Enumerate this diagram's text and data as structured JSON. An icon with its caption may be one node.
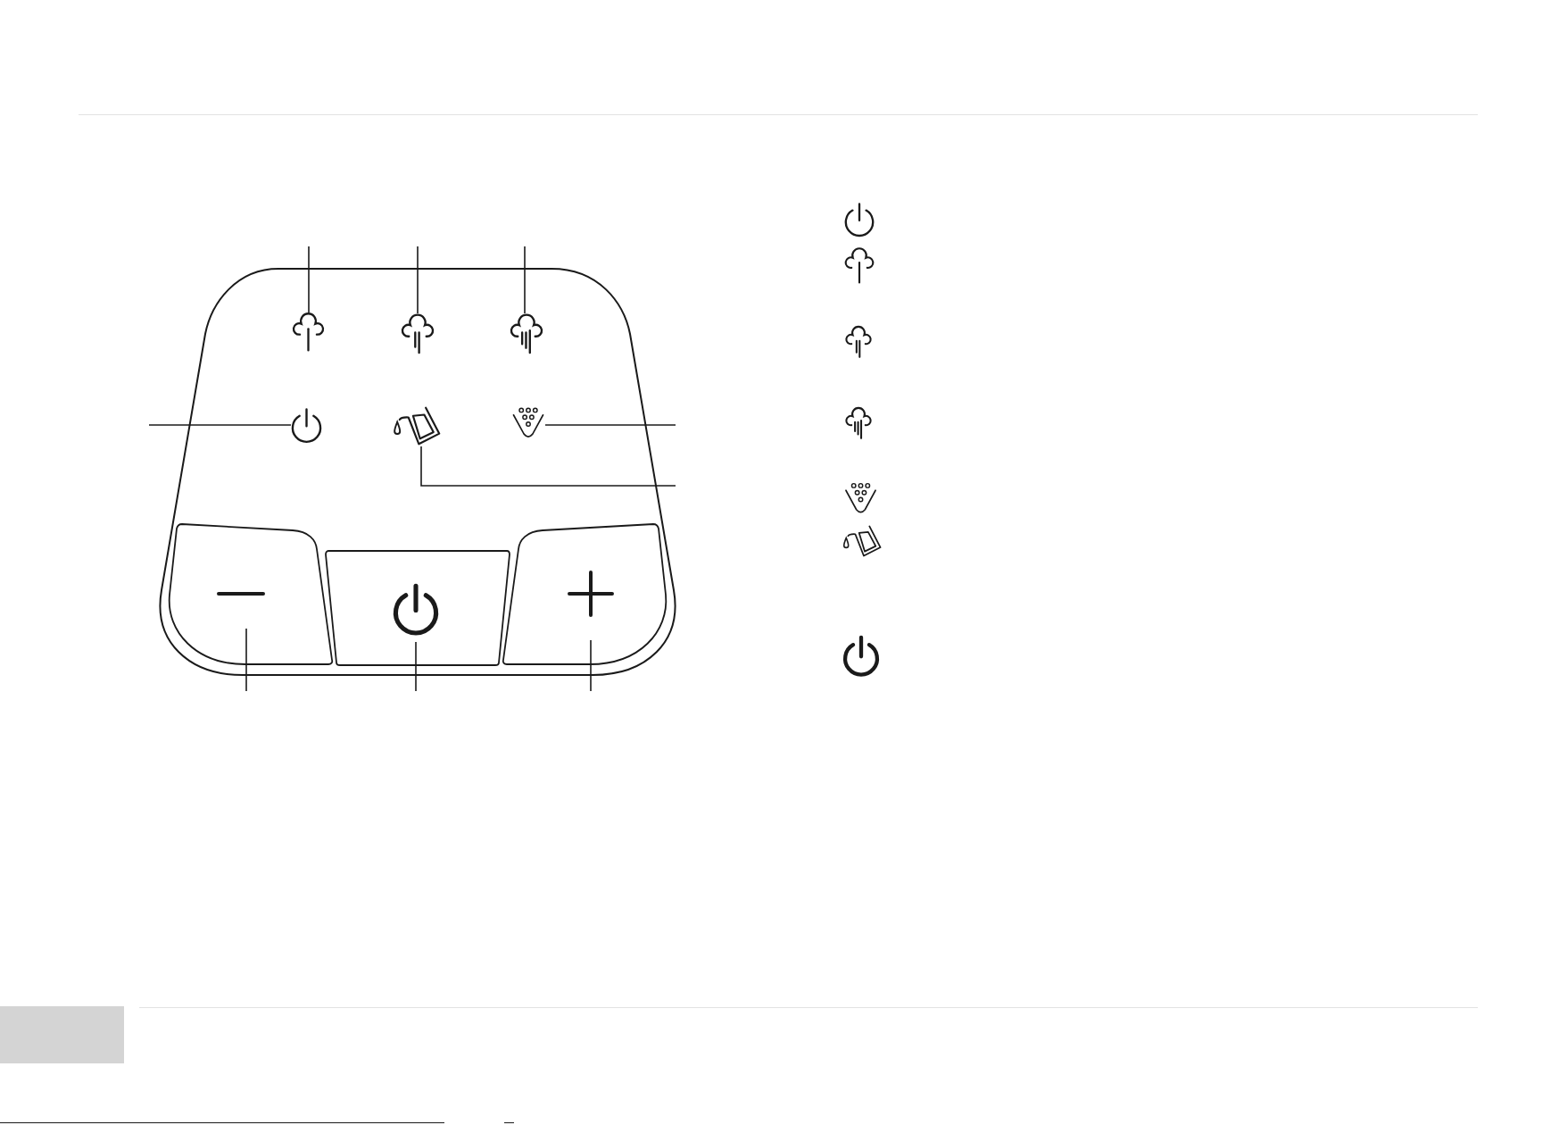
{
  "diagram": {
    "nodes": [
      {
        "text": [],
        "shape": "box"
      },
      {
        "text": [],
        "shape": "picture",
        "in": 0
      },
      {
        "text": [],
        "shape": "picture",
        "in": 0
      },
      {
        "text": [],
        "shape": "picture",
        "in": 0
      },
      {
        "text": [],
        "shape": "picture",
        "in": 0
      },
      {
        "text": [],
        "shape": "picture",
        "in": 0
      },
      {
        "text": [],
        "shape": "picture",
        "in": 0
      },
      {
        "text": [],
        "shape": "box",
        "in": 0
      },
      {
        "text": [],
        "shape": "box",
        "in": 0
      },
      {
        "text": [],
        "shape": "box",
        "in": 0
      }
    ],
    "edges": [
      {
        "from": null,
        "to": 1,
        "arrow": "none"
      },
      {
        "from": null,
        "to": 2,
        "arrow": "none"
      },
      {
        "from": null,
        "to": 3,
        "arrow": "none"
      },
      {
        "from": null,
        "to": 4,
        "arrow": "none"
      },
      {
        "from": null,
        "to": 5,
        "arrow": "none"
      },
      {
        "from": null,
        "to": 6,
        "arrow": "none"
      },
      {
        "from": null,
        "to": 7,
        "arrow": "none"
      },
      {
        "from": null,
        "to": 8,
        "arrow": "none"
      },
      {
        "from": null,
        "to": 9,
        "arrow": "none"
      }
    ]
  }
}
